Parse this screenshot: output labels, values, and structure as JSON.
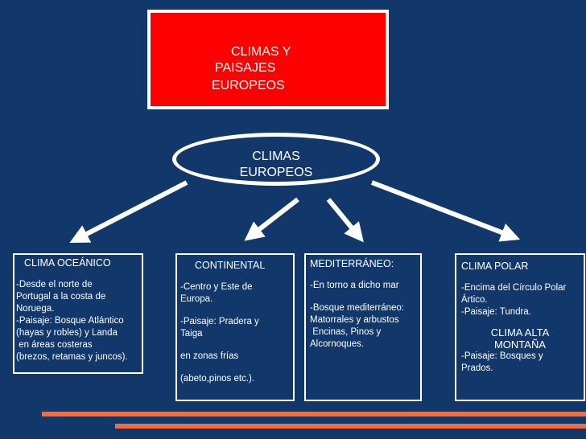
{
  "title": {
    "line1": "CLIMAS Y",
    "line2": "PAISAJES",
    "line3": "EUROPEOS"
  },
  "oval": {
    "line1": "CLIMAS",
    "line2": "EUROPEOS"
  },
  "oceanico": {
    "heading": "CLIMA OCEÁNICO",
    "lines": [
      "-Desde el norte de",
      "Portugal a la costa de",
      "Noruega.",
      "-Paisaje: Bosque Atlántico",
      "(hayas y robles) y Landa",
      " en áreas costeras",
      "(brezos, retamas y juncos)."
    ]
  },
  "continental": {
    "heading": "CONTINENTAL",
    "lines": [
      "-Centro y Este de",
      "Europa.",
      "",
      "-Paisaje: Pradera y",
      "Taiga",
      "",
      "en zonas frías",
      "",
      "(abeto,pinos etc.)."
    ]
  },
  "mediterraneo": {
    "heading": "MEDITERRÁNEO:",
    "lines": [
      "-En torno a dicho mar",
      "",
      "-Bosque mediterráneo:",
      "Matorrales y arbustos",
      " Encinas, Pinos y",
      "Alcornoques."
    ]
  },
  "polar": {
    "heading": "CLIMA POLAR",
    "lines": [
      "-Encima del Círculo Polar",
      "Ártico.",
      "-Paisaje: Tundra."
    ],
    "heading2_line1": "CLIMA ALTA",
    "heading2_line2": "MONTAÑA",
    "lines2": [
      "-Paisaje: Bosques y",
      "Prados."
    ]
  },
  "colors": {
    "background": "#12386b",
    "title_fill": "#ff0000",
    "accent_bar": "#f26e40",
    "stroke": "#ffffff"
  }
}
